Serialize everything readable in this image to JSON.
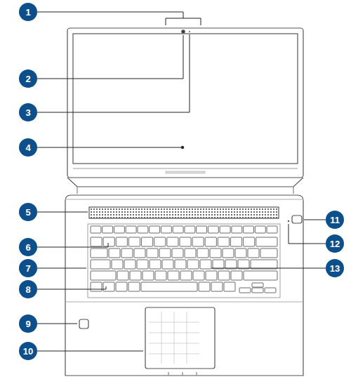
{
  "diagram": {
    "labels": [
      "1",
      "2",
      "3",
      "4",
      "5",
      "6",
      "7",
      "8",
      "9",
      "10",
      "11",
      "12",
      "13"
    ]
  }
}
